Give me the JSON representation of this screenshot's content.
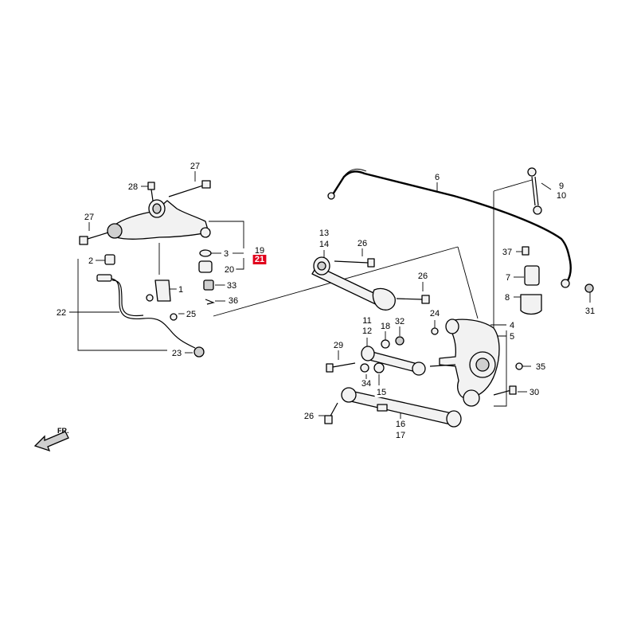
{
  "direction_marker": {
    "label": "FR."
  },
  "callouts": [
    {
      "id": "c27a",
      "text": "27"
    },
    {
      "id": "c28",
      "text": "28"
    },
    {
      "id": "c27b",
      "text": "27"
    },
    {
      "id": "c2",
      "text": "2"
    },
    {
      "id": "c3",
      "text": "3"
    },
    {
      "id": "c19",
      "text": "19"
    },
    {
      "id": "c21",
      "text": "21",
      "highlight": true
    },
    {
      "id": "c20",
      "text": "20"
    },
    {
      "id": "c1",
      "text": "1"
    },
    {
      "id": "c33",
      "text": "33"
    },
    {
      "id": "c36",
      "text": "36"
    },
    {
      "id": "c22",
      "text": "22"
    },
    {
      "id": "c25",
      "text": "25"
    },
    {
      "id": "c23",
      "text": "23"
    },
    {
      "id": "c6",
      "text": "6"
    },
    {
      "id": "c9",
      "text": "9"
    },
    {
      "id": "c10",
      "text": "10"
    },
    {
      "id": "c13",
      "text": "13"
    },
    {
      "id": "c14",
      "text": "14"
    },
    {
      "id": "c26a",
      "text": "26"
    },
    {
      "id": "c26b",
      "text": "26"
    },
    {
      "id": "c37",
      "text": "37"
    },
    {
      "id": "c7",
      "text": "7"
    },
    {
      "id": "c8",
      "text": "8"
    },
    {
      "id": "c31",
      "text": "31"
    },
    {
      "id": "c24",
      "text": "24"
    },
    {
      "id": "c4",
      "text": "4"
    },
    {
      "id": "c5",
      "text": "5"
    },
    {
      "id": "c11",
      "text": "11"
    },
    {
      "id": "c12",
      "text": "12"
    },
    {
      "id": "c18",
      "text": "18"
    },
    {
      "id": "c32",
      "text": "32"
    },
    {
      "id": "c29",
      "text": "29"
    },
    {
      "id": "c35",
      "text": "35"
    },
    {
      "id": "c34",
      "text": "34"
    },
    {
      "id": "c15",
      "text": "15"
    },
    {
      "id": "c30",
      "text": "30"
    },
    {
      "id": "c26c",
      "text": "26"
    },
    {
      "id": "c16",
      "text": "16"
    },
    {
      "id": "c17",
      "text": "17"
    }
  ],
  "colors": {
    "highlight": "#e0001b",
    "ink": "#000000",
    "part_fill": "#f2f2f2"
  }
}
